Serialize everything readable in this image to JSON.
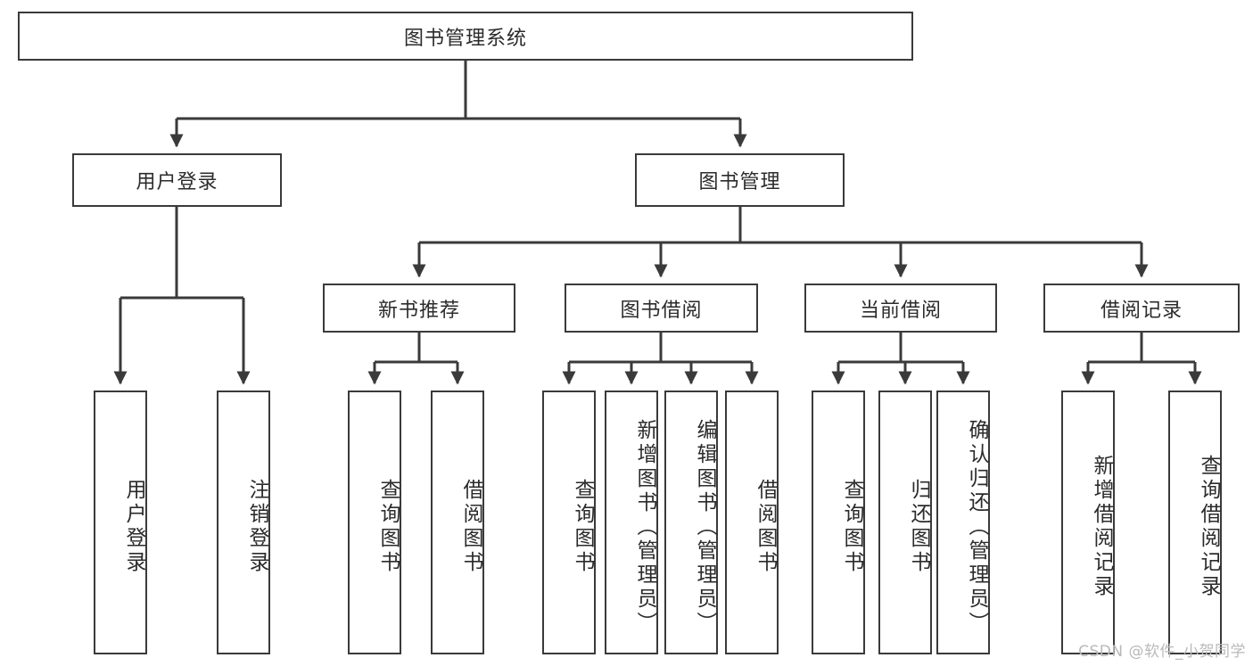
{
  "diagram": {
    "title": "图书管理系统",
    "type": "hierarchy-tree",
    "watermark": "CSDN @软件_小贺同学",
    "colors": {
      "box_border": "#3a3a3a",
      "box_fill": "#ffffff",
      "line": "#3a3a3a",
      "text": "#2b2b2b",
      "watermark": "#b9b9b9",
      "background": "#ffffff"
    },
    "root": {
      "label": "图书管理系统"
    },
    "level2": [
      {
        "id": "user-login",
        "label": "用户登录"
      },
      {
        "id": "book-manage",
        "label": "图书管理"
      }
    ],
    "level3": [
      {
        "id": "new-book-rec",
        "label": "新书推荐"
      },
      {
        "id": "book-borrow",
        "label": "图书借阅"
      },
      {
        "id": "current-borrow",
        "label": "当前借阅"
      },
      {
        "id": "borrow-record",
        "label": "借阅记录"
      }
    ],
    "leaves": [
      {
        "id": "leaf-user-login",
        "label": "用户登录",
        "parent": "user-login"
      },
      {
        "id": "leaf-logout",
        "label": "注销登录",
        "parent": "user-login"
      },
      {
        "id": "leaf-query-book-1",
        "label": "查询图书",
        "parent": "new-book-rec"
      },
      {
        "id": "leaf-borrow-book-1",
        "label": "借阅图书",
        "parent": "new-book-rec"
      },
      {
        "id": "leaf-query-book-2",
        "label": "查询图书",
        "parent": "book-borrow"
      },
      {
        "id": "leaf-add-book",
        "label": "新增图书（管理员）",
        "parent": "book-borrow"
      },
      {
        "id": "leaf-edit-book",
        "label": "编辑图书（管理员）",
        "parent": "book-borrow"
      },
      {
        "id": "leaf-borrow-book-2",
        "label": "借阅图书",
        "parent": "book-borrow"
      },
      {
        "id": "leaf-query-book-3",
        "label": "查询图书",
        "parent": "current-borrow"
      },
      {
        "id": "leaf-return-book",
        "label": "归还图书",
        "parent": "current-borrow"
      },
      {
        "id": "leaf-confirm-return",
        "label": "确认归还（管理员）",
        "parent": "current-borrow"
      },
      {
        "id": "leaf-add-record",
        "label": "新增借阅记录",
        "parent": "borrow-record"
      },
      {
        "id": "leaf-query-record",
        "label": "查询借阅记录",
        "parent": "borrow-record"
      }
    ]
  }
}
